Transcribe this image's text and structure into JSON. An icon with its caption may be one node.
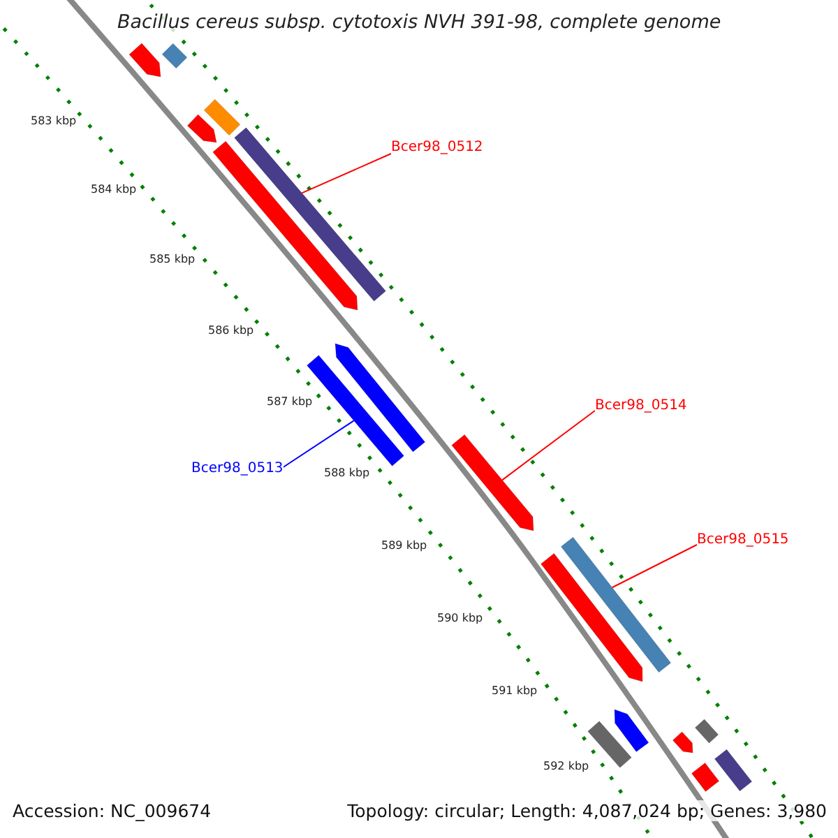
{
  "diagram": {
    "title": "Bacillus cereus subsp. cytotoxis NVH 391-98, complete genome",
    "nodes": [
      {
        "text": [],
        "shape": "bar"
      },
      {
        "text": [],
        "shape": "bar"
      },
      {
        "text": [],
        "shape": "bar"
      },
      {
        "text": [],
        "shape": "bar"
      },
      {
        "text": [
          "Bcer98_0512"
        ]
      },
      {
        "text": [],
        "shape": "bar"
      },
      {
        "text": [],
        "shape": "bar"
      },
      {
        "text": [],
        "shape": "bar"
      },
      {
        "text": [],
        "shape": "bar"
      },
      {
        "text": [
          "Bcer98_0513"
        ]
      },
      {
        "text": [
          "Bcer98_0514"
        ]
      },
      {
        "text": [],
        "shape": "bar"
      },
      {
        "text": [
          "Bcer98_0515"
        ]
      },
      {
        "text": [],
        "shape": "bar"
      },
      {
        "text": [],
        "shape": "bar"
      },
      {
        "text": [],
        "shape": "bar"
      },
      {
        "text": [],
        "shape": "bar"
      },
      {
        "text": [],
        "shape": "bar"
      },
      {
        "text": [],
        "shape": "bar"
      },
      {
        "text": [],
        "shape": "bar"
      },
      {
        "text": [],
        "shape": "bar"
      }
    ],
    "edges": [
      {
        "from": 4,
        "to": 5,
        "arrow": "none"
      },
      {
        "from": 9,
        "to": 8,
        "arrow": "none",
        "color": "#0000ff"
      },
      {
        "from": 10,
        "to": 11,
        "arrow": "none"
      },
      {
        "from": 12,
        "to": 13,
        "arrow": "none"
      }
    ],
    "labels": [
      "583 kbp",
      "584 kbp",
      "585 kbp",
      "586 kbp",
      "587 kbp",
      "588 kbp",
      "589 kbp",
      "590 kbp",
      "591 kbp",
      "592 kbp",
      "Accession: NC_009674",
      "Topology: circular; Length: 4,087,024 bp; Genes: 3,980"
    ]
  }
}
